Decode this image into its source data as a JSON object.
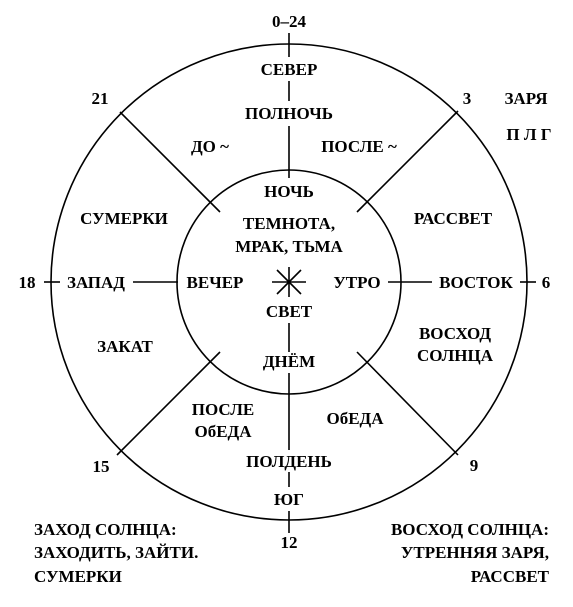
{
  "hours": {
    "h0_24": "0–24",
    "h3": "3",
    "h6": "6",
    "h9": "9",
    "h12": "12",
    "h15": "15",
    "h18": "18",
    "h21": "21"
  },
  "outer_ring": {
    "north": "СЕВЕР",
    "midnight": "ПОЛНОЧЬ",
    "before": "ДО ~",
    "after": "ПОСЛЕ ~",
    "twilight": "СУМЕРКИ",
    "dawn": "РАССВЕТ",
    "west": "ЗАПАД",
    "east": "ВОСТОК",
    "sunset": "ЗАКАТ",
    "sunrise_line1": "ВОСХОД",
    "sunrise_line2": "СОЛНЦА",
    "after_lunch_line1": "ПОСЛЕ",
    "after_lunch_line2": "ОбЕДА",
    "lunch": "ОбЕДА",
    "noon": "ПОЛДЕНЬ",
    "south": "ЮГ"
  },
  "inner_circle": {
    "night": "НОЧЬ",
    "darkness_line1": "ТЕМНОТА,",
    "darkness_line2": "МРАК, ТЬМА",
    "evening": "ВЕЧЕР",
    "morning": "УТРО",
    "light": "СВЕТ",
    "daytime": "ДНЁМ"
  },
  "corner_notes": {
    "top_right_line1": "ЗАРЯ",
    "top_right_line2": "П Л Г",
    "bottom_left_line1": "ЗАХОД  СОЛНЦА:",
    "bottom_left_line2": "ЗАХОДИТЬ, ЗАЙТИ.",
    "bottom_left_line3": "СУМЕРКИ",
    "bottom_right_line1": "ВОСХОД  СОЛНЦА:",
    "bottom_right_line2": "УТРЕННЯЯ ЗАРЯ,",
    "bottom_right_line3": "РАССВЕТ"
  }
}
